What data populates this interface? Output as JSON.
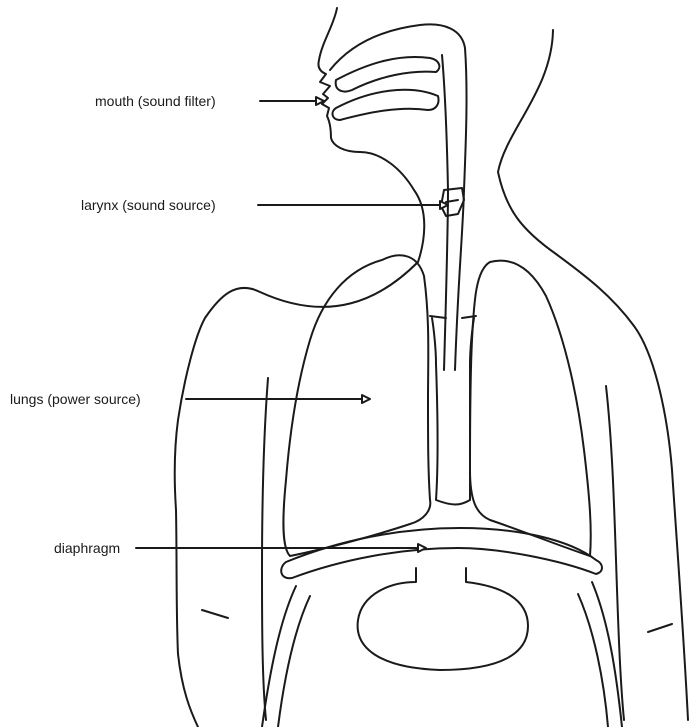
{
  "colors": {
    "outline": "#1a1a1a",
    "background": "#ffffff"
  },
  "labels": {
    "mouth": "mouth (sound filter)",
    "larynx": "larynx (sound source)",
    "lungs": "lungs (power source)",
    "diaphragm": "diaphragm"
  }
}
